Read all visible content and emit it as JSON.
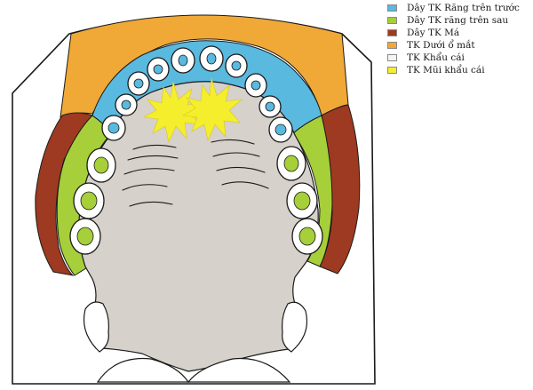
{
  "legend": {
    "items": [
      {
        "label": "Dây TK Răng trên trước",
        "color": "#5ab9de",
        "icon": "swatch-blue"
      },
      {
        "label": "Dây TK răng trên sau",
        "color": "#a6cf3a",
        "icon": "swatch-green"
      },
      {
        "label": "Dây TK Má",
        "color": "#9d3a21",
        "icon": "swatch-brown"
      },
      {
        "label": "TK Dưới ổ mắt",
        "color": "#f0a836",
        "icon": "swatch-orange"
      },
      {
        "label": "TK Khẩu cái",
        "color": "#f7f3ee",
        "icon": "swatch-white"
      },
      {
        "label": "TK Mũi khẩu cái",
        "color": "#f5ee2c",
        "icon": "swatch-yellow"
      }
    ]
  },
  "colors": {
    "outline": "#1a1a1a",
    "palate": "#d6d1ca",
    "tooth_fill": "#ffffff",
    "tooth_pulp_green": "#a6cf3a",
    "tooth_pulp_blue": "#5ab9de"
  }
}
